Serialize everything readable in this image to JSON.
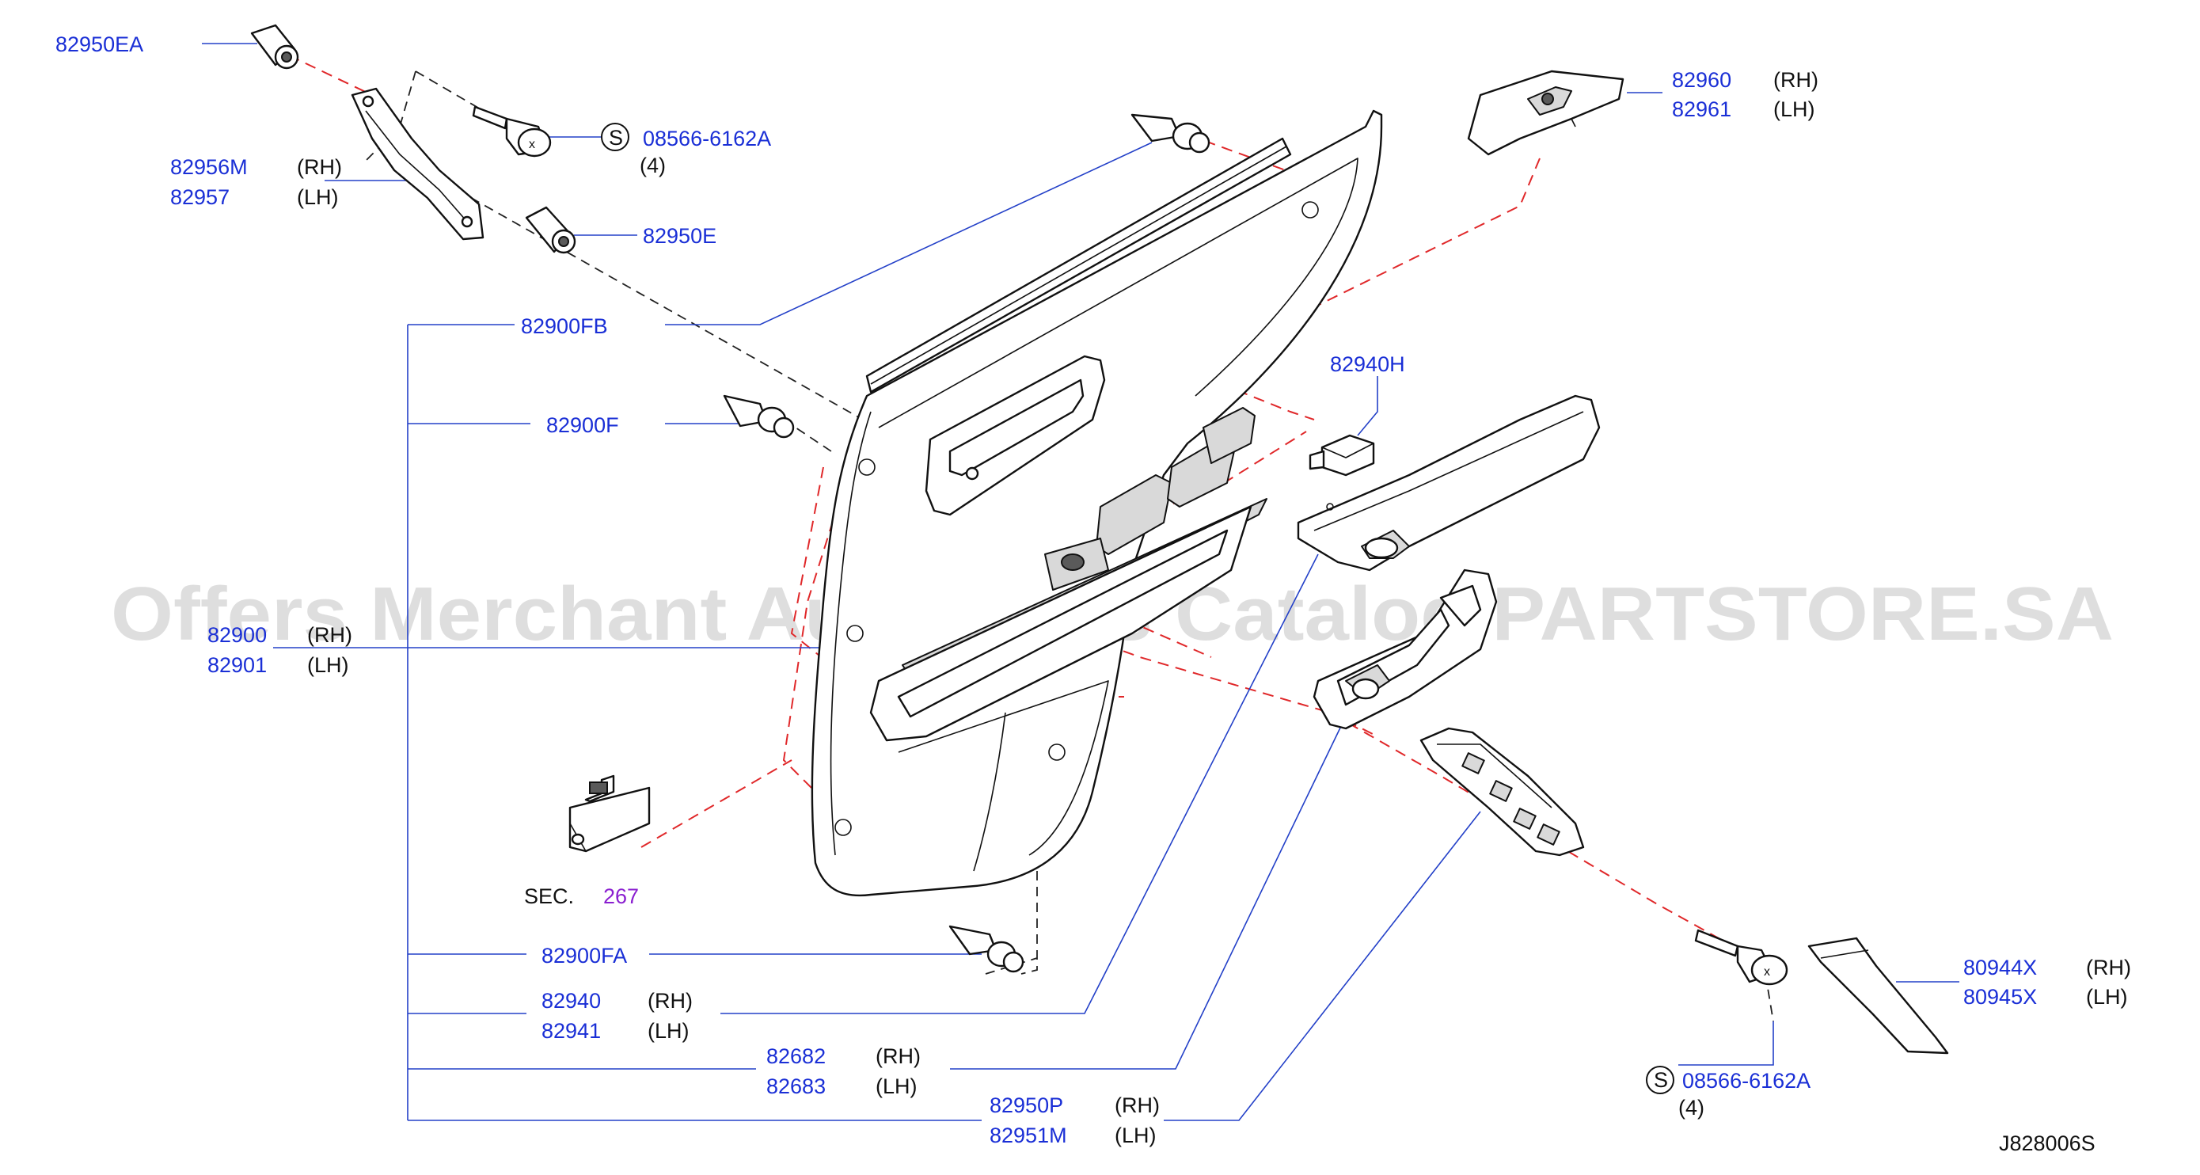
{
  "diagram_id": "J828006S",
  "watermark": "Offers Merchant Auto Parts Catalog PARTSTORE.SA",
  "section_ref": {
    "prefix": "SEC.",
    "number": "267"
  },
  "callouts": {
    "c1": {
      "part": "82950EA"
    },
    "c2": {
      "part": "82956M",
      "side": "(RH)"
    },
    "c3": {
      "part": "82957",
      "side": "(LH)"
    },
    "c4": {
      "symbol": "S",
      "part": "08566-6162A",
      "qty": "(4)"
    },
    "c5": {
      "part": "82950E"
    },
    "c6": {
      "part": "82900FB"
    },
    "c7": {
      "part": "82900F"
    },
    "c8": {
      "part": "82900",
      "side": "(RH)"
    },
    "c9": {
      "part": "82901",
      "side": "(LH)"
    },
    "c10": {
      "part": "82900FA"
    },
    "c11": {
      "part": "82940",
      "side": "(RH)"
    },
    "c12": {
      "part": "82941",
      "side": "(LH)"
    },
    "c13": {
      "part": "82682",
      "side": "(RH)"
    },
    "c14": {
      "part": "82683",
      "side": "(LH)"
    },
    "c15": {
      "part": "82950P",
      "side": "(RH)"
    },
    "c16": {
      "part": "82951M",
      "side": "(LH)"
    },
    "c17": {
      "part": "82960",
      "side": "(RH)"
    },
    "c18": {
      "part": "82961",
      "side": "(LH)"
    },
    "c19": {
      "part": "82940H"
    },
    "c20": {
      "symbol": "S",
      "part": "08566-6162A",
      "qty": "(4)"
    },
    "c21": {
      "part": "80944X",
      "side": "(RH)"
    },
    "c22": {
      "part": "80945X",
      "side": "(LH)"
    }
  },
  "colors": {
    "part_number_text": "#1a2fd6",
    "leader_line": "#2340c8",
    "assembly_dash": "#e0282a",
    "section_number": "#8a1fd0",
    "watermark": "#dddddd"
  }
}
